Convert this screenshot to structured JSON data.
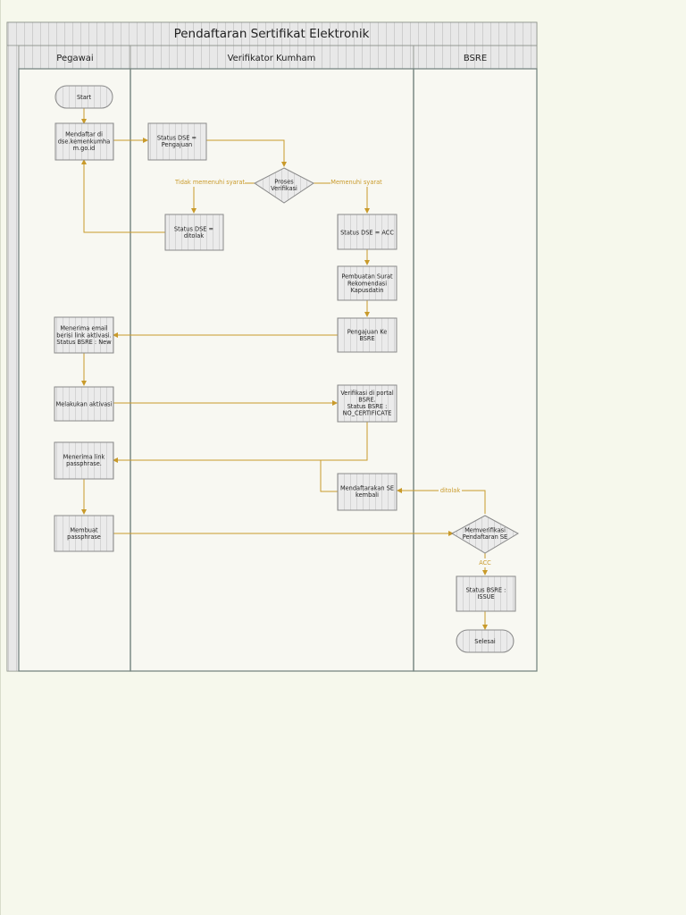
{
  "title": "Pendaftaran Sertifikat Elektronik",
  "lanes": [
    {
      "id": "pegawai",
      "label": "Pegawai"
    },
    {
      "id": "verifikator",
      "label": "Verifikator Kumham"
    },
    {
      "id": "bsre",
      "label": "BSRE"
    }
  ],
  "nodes": {
    "start": "Start",
    "mendaftar": [
      "Mendaftar di",
      "dse.kemenkumha",
      "m.go.id"
    ],
    "status_pengajuan": [
      "Status DSE =",
      "Pengajuan"
    ],
    "proses_verifikasi": [
      "Proses",
      "Verifikasi"
    ],
    "status_ditolak": [
      "Status DSE =",
      "ditolak"
    ],
    "status_acc": [
      "Status DSE = ACC"
    ],
    "pembuatan_surat": [
      "Pembuatan Surat",
      "Rekomendasi",
      "Kapusdatin"
    ],
    "pengajuan_bsre": [
      "Pengajuan Ke",
      "BSRE"
    ],
    "menerima_email": [
      "Menerima email",
      "berisi link aktivasi.",
      "Status BSRE : New"
    ],
    "melakukan_aktivasi": [
      "Melakukan aktivasi"
    ],
    "verifikasi_portal": [
      "Verifikasi di portal",
      "BSRE.",
      "Status BSRE :",
      "NO_CERTIFICATE"
    ],
    "menerima_link": [
      "Menerima link",
      "passphrase."
    ],
    "mendaftarkan_kembali": [
      "Mendaftarakan SE",
      "kembali"
    ],
    "membuat_passphrase": [
      "Membuat",
      "passphrase"
    ],
    "memverifikasi": [
      "Memverifikasi",
      "Pendaftaran SE"
    ],
    "status_issue": [
      "Status BSRE :",
      "ISSUE"
    ],
    "selesai": "Selesai"
  },
  "edge_labels": {
    "tidak_memenuhi": "Tidak memenuhi syarat",
    "memenuhi": "Memenuhi syarat",
    "ditolak": "ditolak",
    "acc": "ACC"
  },
  "colors": {
    "arrow": "#c99a2a",
    "node_fill": "#ebebeb",
    "node_stroke": "#8a8a8a",
    "lane_border": "#6f7f7a",
    "header_fill": "#e6e6e6"
  }
}
